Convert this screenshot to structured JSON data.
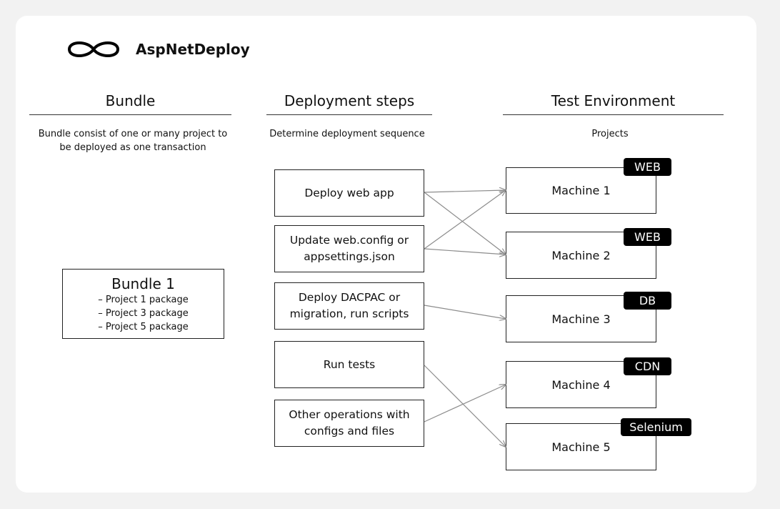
{
  "app": {
    "title": "AspNetDeploy",
    "logo_icon": "infinity-icon"
  },
  "columns": {
    "bundle": {
      "title": "Bundle",
      "desc_lines": [
        "Bundle consist of one or many project to",
        "be deployed as one transaction"
      ]
    },
    "steps": {
      "title": "Deployment steps",
      "desc": "Determine deployment sequence"
    },
    "env": {
      "title": "Test Environment",
      "desc": "Projects"
    }
  },
  "bundle": {
    "title": "Bundle 1",
    "items": [
      "– Project 1 package",
      "– Project 3 package",
      "– Project 5 package"
    ]
  },
  "steps": [
    {
      "lines": [
        "Deploy web app"
      ]
    },
    {
      "lines": [
        "Update web.config or",
        "appsettings.json"
      ]
    },
    {
      "lines": [
        "Deploy DACPAC or",
        "migration, run scripts"
      ]
    },
    {
      "lines": [
        "Run tests"
      ]
    },
    {
      "lines": [
        "Other operations with",
        "configs and files"
      ]
    }
  ],
  "machines": [
    {
      "name": "Machine 1",
      "tag": "WEB"
    },
    {
      "name": "Machine 2",
      "tag": "WEB"
    },
    {
      "name": "Machine 3",
      "tag": "DB"
    },
    {
      "name": "Machine 4",
      "tag": "CDN"
    },
    {
      "name": "Machine 5",
      "tag": "Selenium"
    }
  ],
  "connections": [
    {
      "from_step": 1,
      "to_machine": 1
    },
    {
      "from_step": 1,
      "to_machine": 2
    },
    {
      "from_step": 2,
      "to_machine": 1
    },
    {
      "from_step": 2,
      "to_machine": 2
    },
    {
      "from_step": 3,
      "to_machine": 3
    },
    {
      "from_step": 4,
      "to_machine": 5
    },
    {
      "from_step": 5,
      "to_machine": 4
    }
  ],
  "colors": {
    "arrow": "#8c8c8c",
    "tag_bg": "#000000",
    "page_bg": "#f2f2f2",
    "card_bg": "#ffffff"
  }
}
